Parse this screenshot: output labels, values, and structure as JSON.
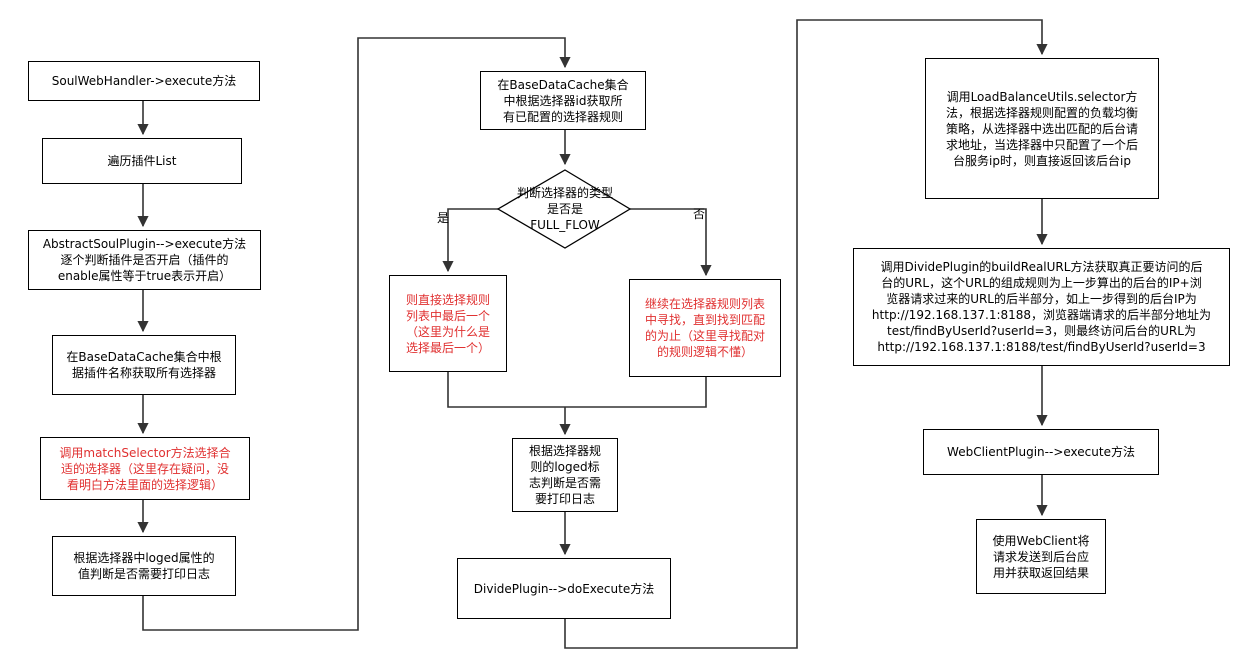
{
  "nodes": {
    "n1": "SoulWebHandler->execute方法",
    "n2": "遍历插件List",
    "n3": "AbstractSoulPlugin-->execute方法\n逐个判断插件是否开启（插件的\nenable属性等于true表示开启）",
    "n4": "在BaseDataCache集合中根\n据插件名称获取所有选择器",
    "n5": "调用matchSelector方法选择合\n适的选择器（这里存在疑问，没\n看明白方法里面的选择逻辑）",
    "n6": "根据选择器中loged属性的\n值判断是否需要打印日志",
    "m1": "在BaseDataCache集合\n中根据选择器id获取所\n有已配置的选择器规则",
    "m_diamond": "判断选择器的类型\n是否是\nFULL_FLOW",
    "m_yes_box": "则直接选择规则\n列表中最后一个\n（这里为什么是\n选择最后一个）",
    "m_no_box": "继续在选择器规则列表\n中寻找，直到找到匹配\n的为止（这里寻找配对\n的规则逻辑不懂）",
    "m_loged": "根据选择器规\n则的loged标\n志判断是否需\n要打印日志",
    "m_divide": "DividePlugin-->doExecute方法",
    "r1": "调用LoadBalanceUtils.selector方\n法，根据选择器规则配置的负载均衡\n策略，从选择器中选出匹配的后台请\n求地址，当选择器中只配置了一个后\n台服务ip时，则直接返回该后台ip",
    "r2": "调用DividePlugin的buildRealURL方法获取真正要访问的后\n台的URL，这个URL的组成规则为上一步算出的后台的IP+浏\n览器请求过来的URL的后半部分，如上一步得到的后台IP为\nhttp://192.168.137.1:8188，浏览器端请求的后半部分地址为\ntest/findByUserId?userId=3，则最终访问后台的URL为\nhttp://192.168.137.1:8188/test/findByUserId?userId=3",
    "r3": "WebClientPlugin-->execute方法",
    "r4": "使用WebClient将\n请求发送到后台应\n用并获取返回结果"
  },
  "edge_labels": {
    "yes": "是",
    "no": "否"
  },
  "colors": {
    "line": "#333333",
    "highlight_text": "#e03030"
  }
}
